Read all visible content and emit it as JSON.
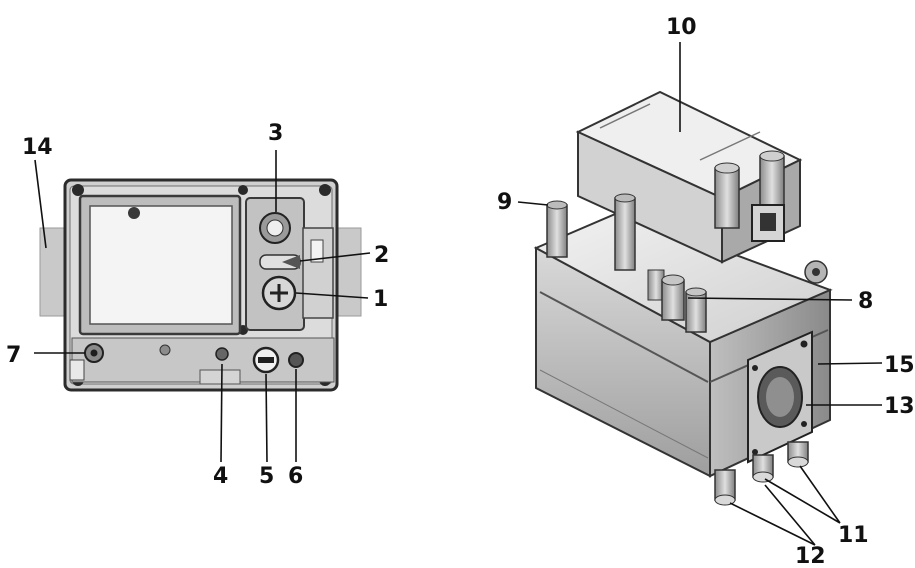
{
  "figure": {
    "left_view": {
      "callouts": [
        {
          "id": "c1",
          "label": "1"
        },
        {
          "id": "c2",
          "label": "2"
        },
        {
          "id": "c3",
          "label": "3"
        },
        {
          "id": "c4",
          "label": "4"
        },
        {
          "id": "c5",
          "label": "5"
        },
        {
          "id": "c6",
          "label": "6"
        },
        {
          "id": "c7",
          "label": "7"
        },
        {
          "id": "c14",
          "label": "14"
        }
      ]
    },
    "right_view": {
      "callouts": [
        {
          "id": "c8",
          "label": "8"
        },
        {
          "id": "c9",
          "label": "9"
        },
        {
          "id": "c10",
          "label": "10"
        },
        {
          "id": "c11",
          "label": "11"
        },
        {
          "id": "c12",
          "label": "12"
        },
        {
          "id": "c13",
          "label": "13"
        },
        {
          "id": "c15",
          "label": "15"
        }
      ]
    }
  },
  "colors": {
    "ink": "#111111",
    "body_light": "#e6e6e6",
    "body_mid": "#bdbdbd",
    "body_dark": "#7a7a7a",
    "background": "#ffffff"
  }
}
